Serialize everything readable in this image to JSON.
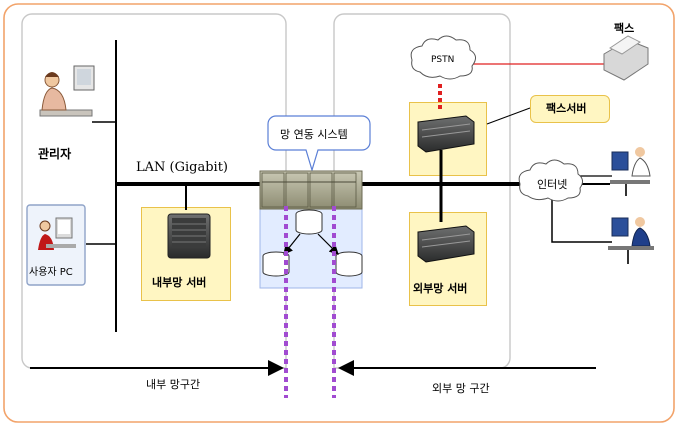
{
  "labels": {
    "admin": "관리자",
    "user_pc": "사용자 PC",
    "lan": "LAN (Gigabit)",
    "internal_server": "내부망 서버",
    "link_system": "망 연동 시스템",
    "pstn": "PSTN",
    "fax": "팩스",
    "fax_server": "팩스서버",
    "internet": "인터넷",
    "external_server": "외부망 서버",
    "internal_zone": "내부 망구간",
    "external_zone": "외부 망 구간"
  },
  "colors": {
    "border_outer": "#f2a36a",
    "zone_panel": "#c8c8c8",
    "server_box_fill": "#fff6c2",
    "server_box_border": "#e9c24a",
    "link_panel_fill": "#e2ecff",
    "divider_dotted": "#a14bd1",
    "pstn_link": "#e02020",
    "lan_line": "#000000"
  }
}
